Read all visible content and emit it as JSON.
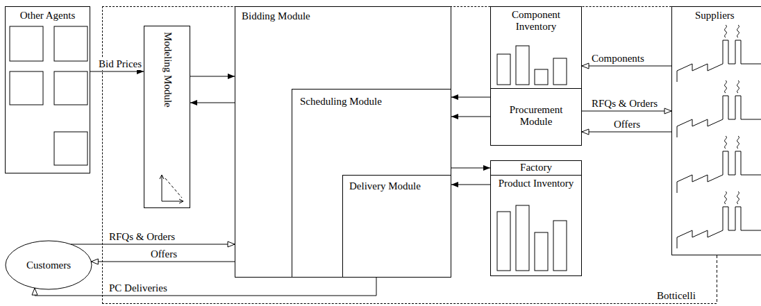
{
  "diagram": {
    "nodes": [
      {
        "text": [
          "Other Agents"
        ]
      },
      {
        "text": [
          "Botticelli"
        ]
      },
      {
        "text": [
          "Modeling Module"
        ],
        "in": 1
      },
      {
        "text": [
          "Bidding Module"
        ],
        "in": 1
      },
      {
        "text": [
          "Scheduling Module"
        ],
        "in": 3
      },
      {
        "text": [
          "Delivery Module"
        ],
        "in": 4
      },
      {
        "text": [
          "Component Inventory"
        ],
        "in": 1
      },
      {
        "text": [
          "Procurement Module"
        ],
        "in": 1
      },
      {
        "text": [
          "Factory"
        ],
        "in": 1
      },
      {
        "text": [
          "Product Inventory"
        ],
        "in": 1
      },
      {
        "text": [
          "Suppliers"
        ]
      },
      {
        "text": [
          "Customers"
        ]
      }
    ],
    "edges": [
      {
        "from": 0,
        "to": 2,
        "label": "Bid Prices",
        "arrow": "to"
      },
      {
        "from": 2,
        "to": 3,
        "arrow": "to"
      },
      {
        "from": 3,
        "to": 2,
        "arrow": "to"
      },
      {
        "from": 10,
        "to": 6,
        "label": "Components",
        "arrow": "to"
      },
      {
        "from": 7,
        "to": 10,
        "label": "RFQs & Orders",
        "arrow": "to"
      },
      {
        "from": 10,
        "to": 7,
        "label": "Offers",
        "arrow": "to"
      },
      {
        "from": 6,
        "to": 4,
        "arrow": "to"
      },
      {
        "from": 7,
        "to": 4,
        "arrow": "to"
      },
      {
        "from": 4,
        "to": 8,
        "arrow": "to"
      },
      {
        "from": 9,
        "to": 5,
        "arrow": "to"
      },
      {
        "from": 11,
        "to": 3,
        "label": "RFQs & Orders",
        "arrow": "to"
      },
      {
        "from": 3,
        "to": 11,
        "label": "Offers",
        "arrow": "to"
      },
      {
        "from": 5,
        "to": 11,
        "label": "PC Deliveries",
        "arrow": "to"
      }
    ]
  }
}
